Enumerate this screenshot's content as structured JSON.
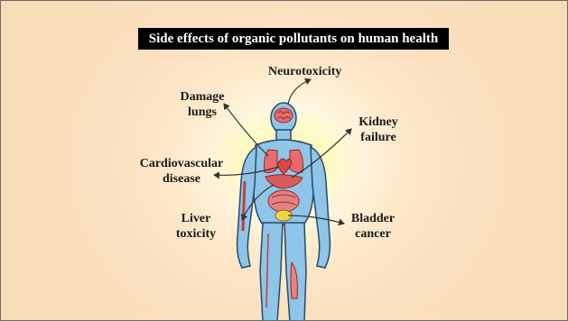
{
  "title": "Side effects of organic pollutants on human health",
  "effects": {
    "neurotoxicity": "Neurotoxicity",
    "damage_lungs": {
      "line1": "Damage",
      "line2": "lungs"
    },
    "kidney_failure": {
      "line1": "Kidney",
      "line2": "failure"
    },
    "cardiovascular": {
      "line1": "Cardiovascular",
      "line2": "disease"
    },
    "liver": {
      "line1": "Liver",
      "line2": "toxicity"
    },
    "bladder": {
      "line1": "Bladder",
      "line2": "cancer"
    }
  },
  "colors": {
    "body": "#8ec5e8",
    "body_outline": "#2a4a66",
    "organ": "#e96c6c",
    "bladder": "#f3d34a",
    "arrow": "#333333"
  }
}
